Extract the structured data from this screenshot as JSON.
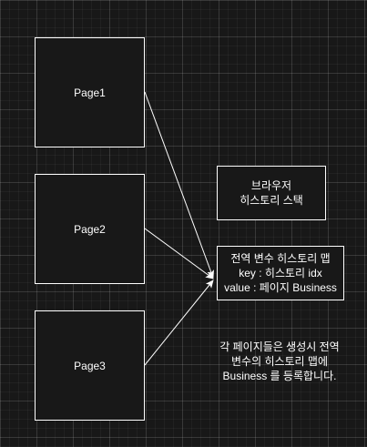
{
  "nodes": {
    "page1": {
      "label": "Page1"
    },
    "page2": {
      "label": "Page2"
    },
    "page3": {
      "label": "Page3"
    },
    "history_stack": {
      "lines": [
        "브라우저",
        "히스토리 스택"
      ]
    },
    "history_map": {
      "lines": [
        "전역 변수 히스토리 맵",
        "key : 히스토리 idx",
        "value : 페이지 Business"
      ]
    }
  },
  "note": {
    "lines": [
      "각 페이지들은 생성시 전역",
      "변수의 히스토리 맵에",
      "Business 를 등록합니다."
    ]
  },
  "colors": {
    "background": "#181818",
    "stroke": "#ffffff",
    "text": "#ffffff"
  }
}
